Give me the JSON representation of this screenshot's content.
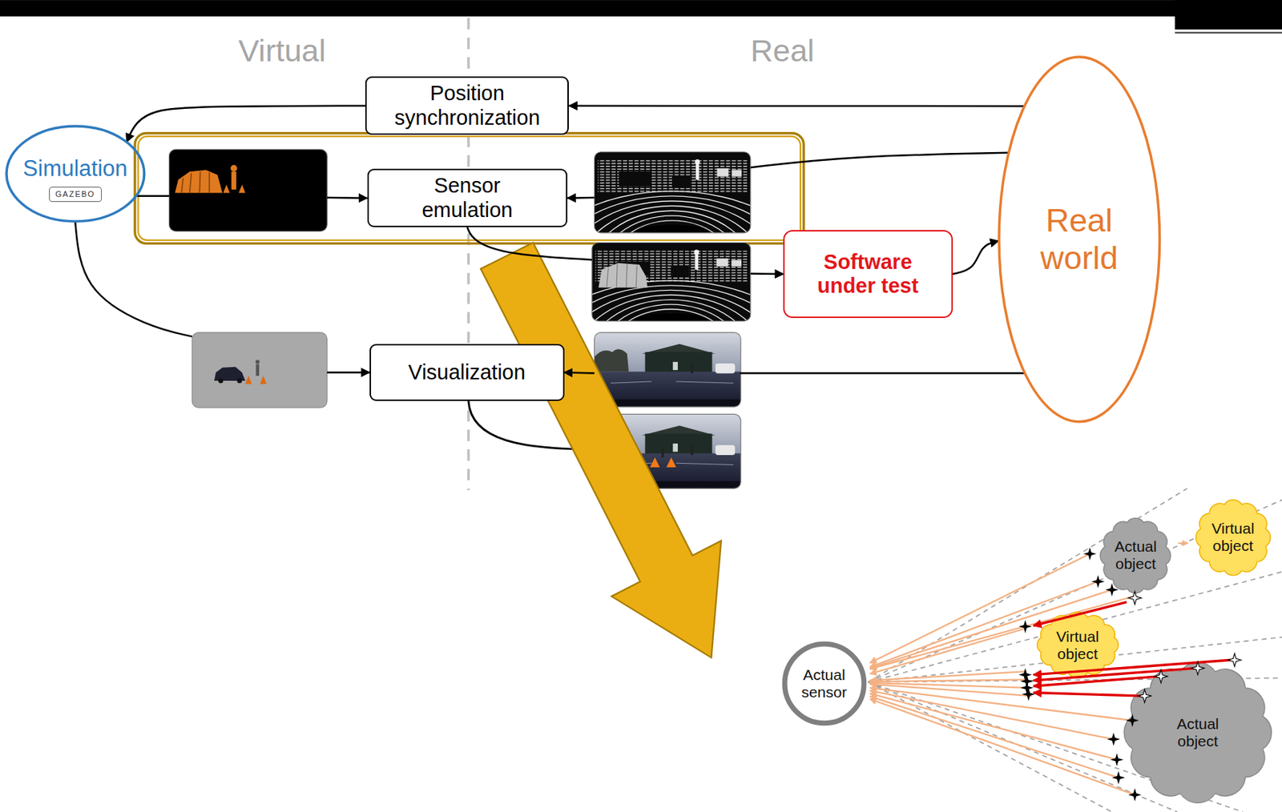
{
  "diagram": {
    "nodes": [
      {
        "text": [
          "Position synchronization"
        ]
      },
      {
        "text": [
          "Simulation",
          "GAZEBO"
        ]
      },
      {
        "text": [
          "Sensor emulation"
        ]
      },
      {
        "text": [
          "Software under test"
        ]
      },
      {
        "text": [
          "Real world"
        ]
      },
      {
        "text": [
          "Visualization"
        ]
      },
      {
        "text": [
          "Actual sensor"
        ]
      },
      {
        "text": [
          "Actual object"
        ]
      },
      {
        "text": [
          "Virtual object"
        ]
      },
      {
        "text": [
          "Virtual object"
        ]
      },
      {
        "text": [
          "Actual object"
        ]
      }
    ],
    "edges": [
      {
        "from": 4,
        "to": 0,
        "arrow": "to"
      },
      {
        "from": 0,
        "to": 1,
        "arrow": "to"
      },
      {
        "from": 1,
        "to": 2,
        "arrow": "to"
      },
      {
        "from": 4,
        "to": 2,
        "arrow": "to"
      },
      {
        "from": 2,
        "to": 3,
        "arrow": "to"
      },
      {
        "from": 3,
        "to": 4,
        "arrow": "to"
      },
      {
        "from": 1,
        "to": 5,
        "arrow": "to"
      },
      {
        "from": 4,
        "to": 5,
        "arrow": "to"
      },
      {
        "from": 7,
        "to": 8,
        "arrow": "to"
      }
    ],
    "labels": [
      "Virtual",
      "Real"
    ]
  }
}
